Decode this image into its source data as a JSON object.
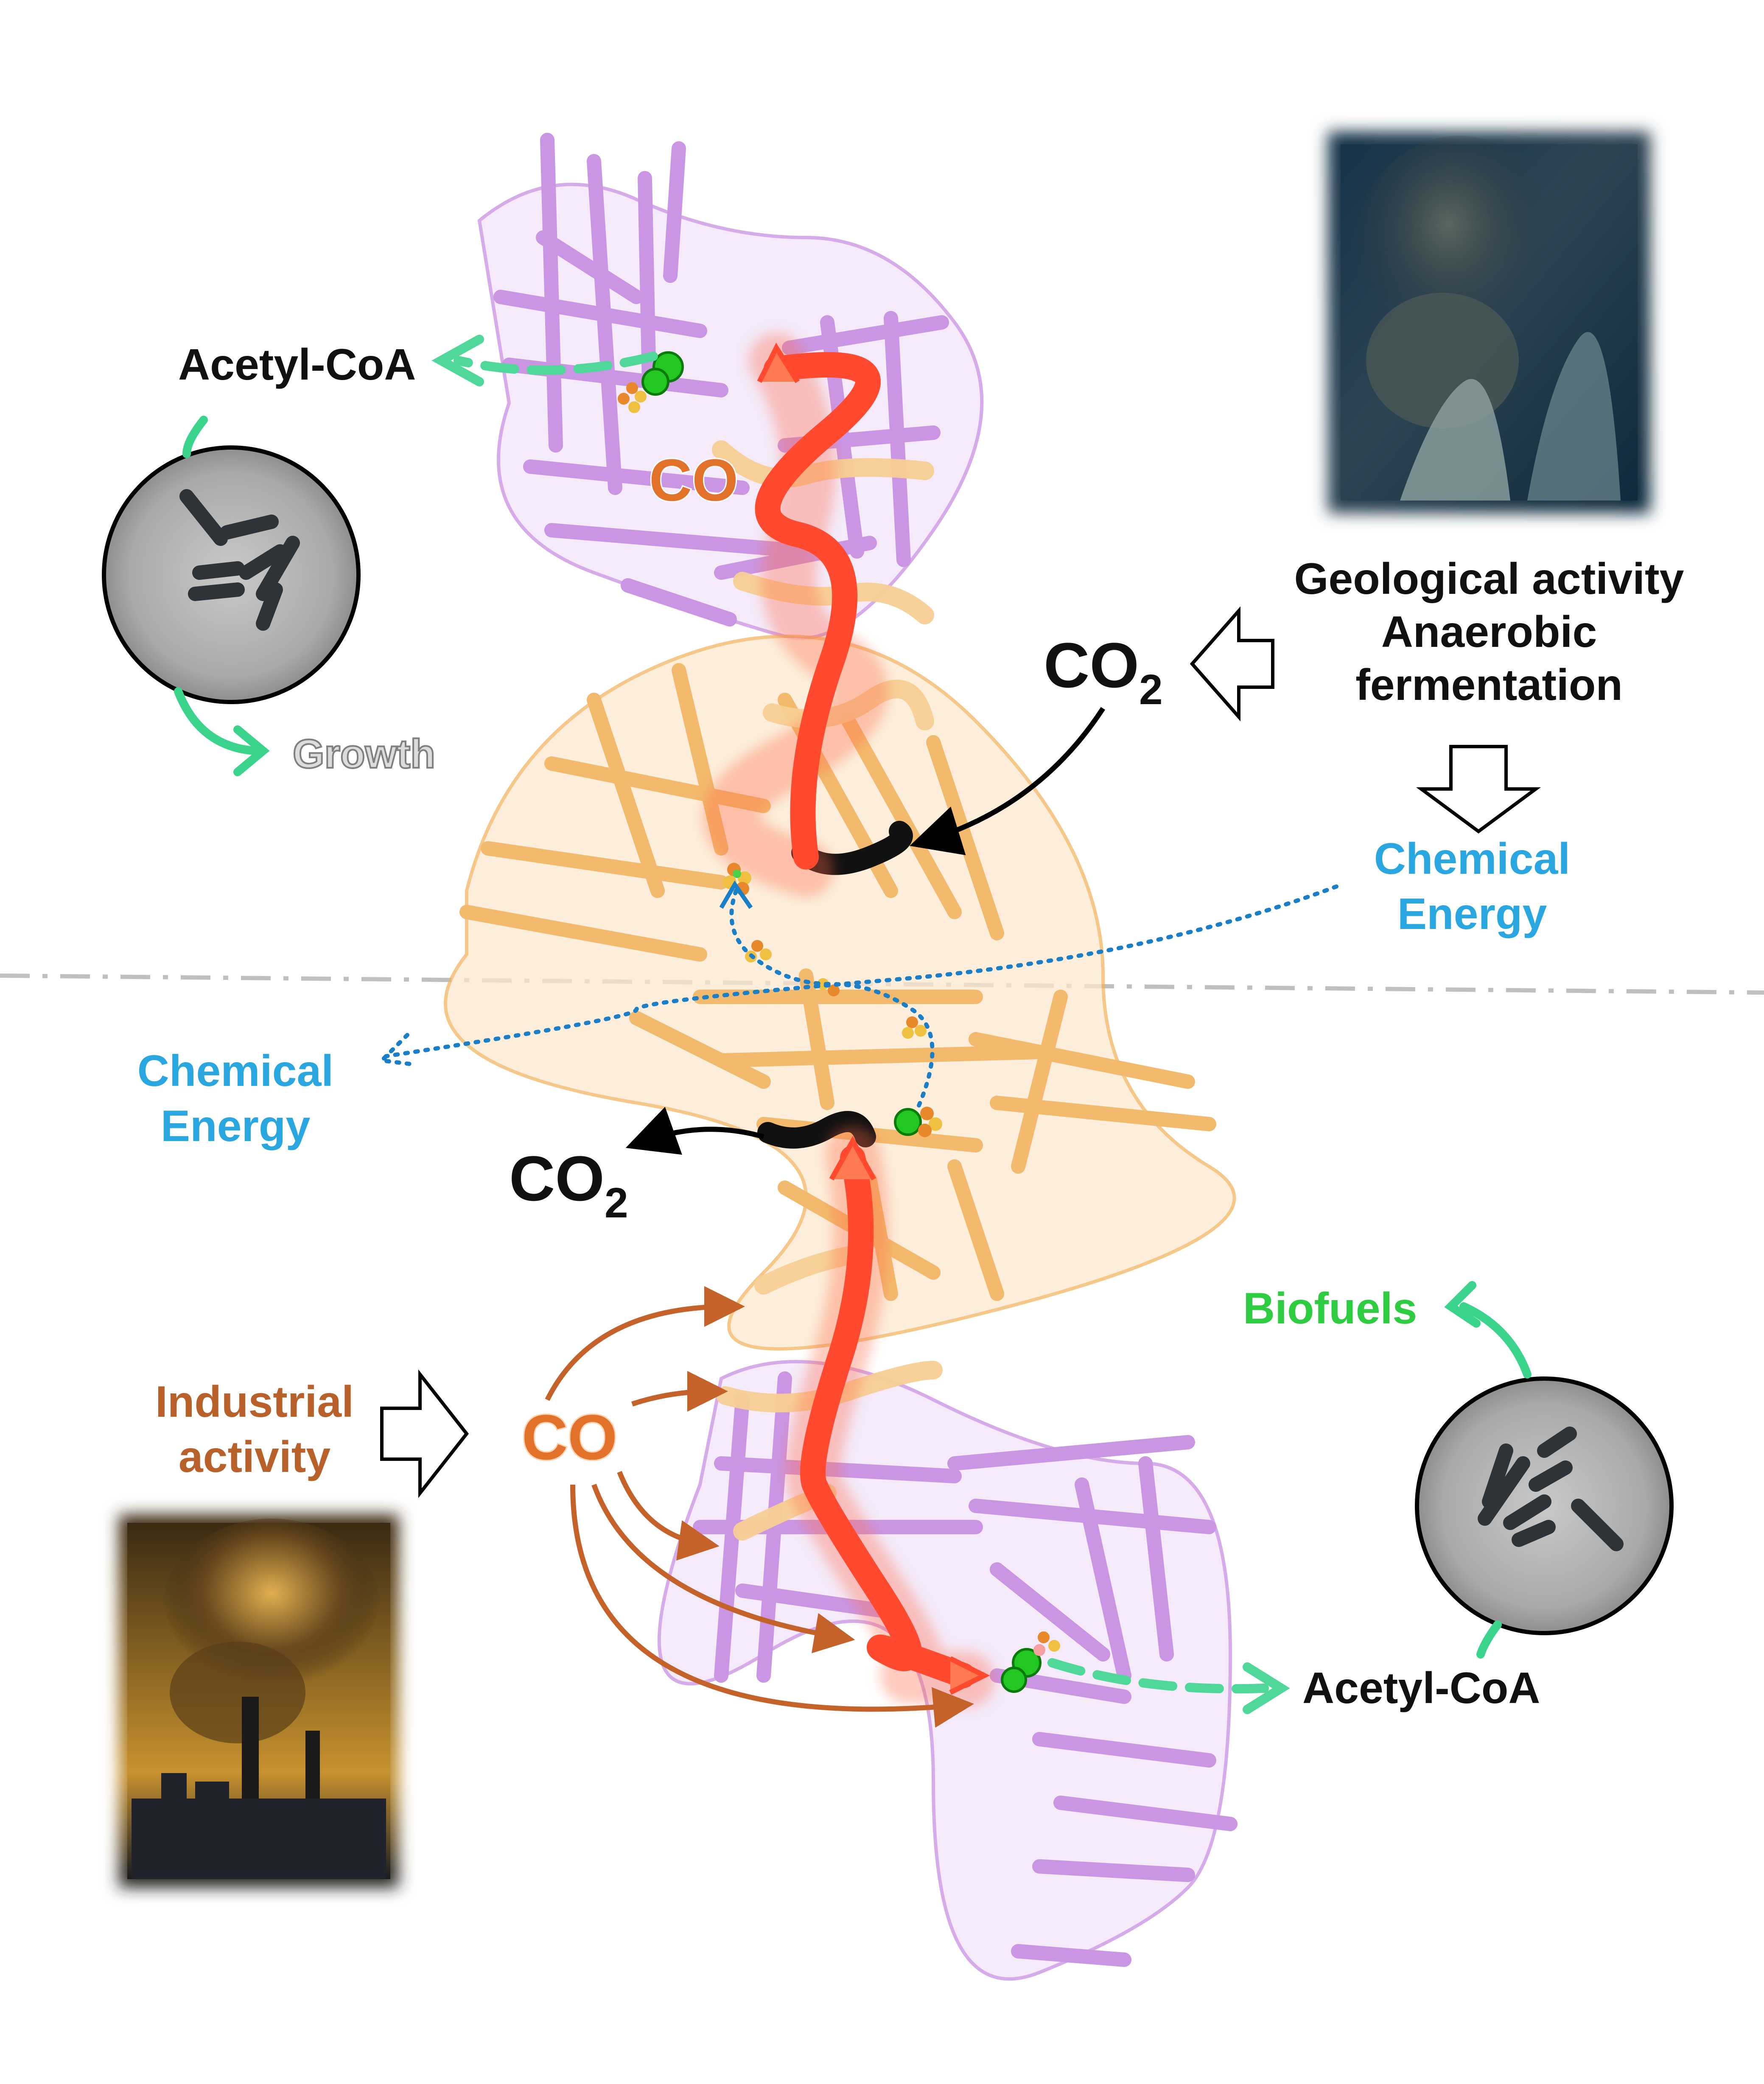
{
  "labels": {
    "acetyl_coa_top": "Acetyl-CoA",
    "acetyl_coa_bottom": "Acetyl-CoA",
    "growth": "Growth",
    "biofuels": "Biofuels",
    "co_top": "CO",
    "co_bottom": "CO",
    "co2_top_main": "CO",
    "co2_top_sub": "2",
    "co2_bottom_main": "CO",
    "co2_bottom_sub": "2",
    "geo_line1": "Geological activity",
    "geo_line2": "Anaerobic",
    "geo_line3": "fermentation",
    "chem_energy_right_1": "Chemical",
    "chem_energy_right_2": "Energy",
    "chem_energy_left_1": "Chemical",
    "chem_energy_left_2": "Energy",
    "industrial_1": "Industrial",
    "industrial_2": "activity"
  },
  "colors": {
    "acetyl_arrow": "#4fd89a",
    "growth_arrow": "#3ad48c",
    "co_orange": "#d2691e",
    "industrial_brown": "#b8612a",
    "chem_blue": "#2aa7e0",
    "biofuels_green": "#2ecc40",
    "growth_grey": "#d9d9d9",
    "protein_purple": "#c58be0",
    "protein_orange": "#f2b460",
    "tunnel_red": "#ff4a30"
  },
  "icons": {
    "vent_photo": "hydrothermal-vent-photo",
    "factory_photo": "factory-smoke-photo",
    "bacteria_circle": "bacteria-micrograph"
  }
}
